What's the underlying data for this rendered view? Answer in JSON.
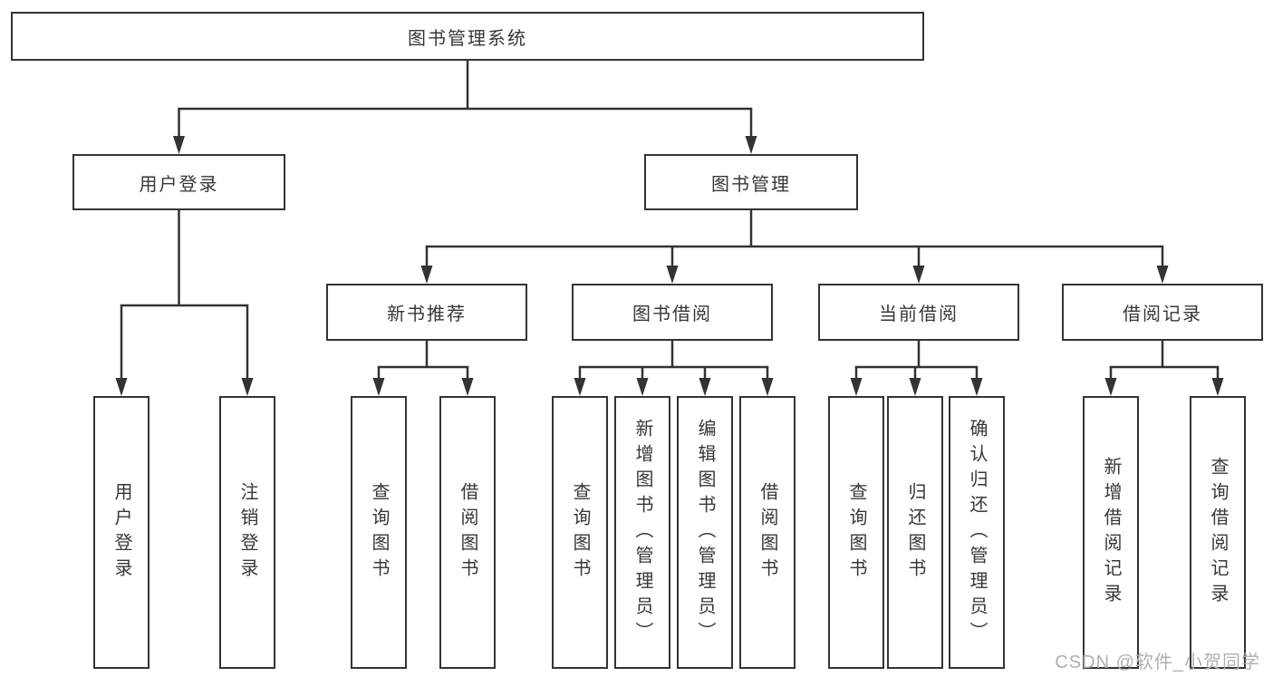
{
  "tree": {
    "label": "图书管理系统",
    "children": [
      {
        "label": "用户登录",
        "children": [
          {
            "label": "用户登录"
          },
          {
            "label": "注销登录"
          }
        ]
      },
      {
        "label": "图书管理",
        "children": [
          {
            "label": "新书推荐",
            "children": [
              {
                "label": "查询图书"
              },
              {
                "label": "借阅图书"
              }
            ]
          },
          {
            "label": "图书借阅",
            "children": [
              {
                "label": "查询图书"
              },
              {
                "label": "新增图书（管理员）"
              },
              {
                "label": "编辑图书（管理员）"
              },
              {
                "label": "借阅图书"
              }
            ]
          },
          {
            "label": "当前借阅",
            "children": [
              {
                "label": "查询图书"
              },
              {
                "label": "归还图书"
              },
              {
                "label": "确认归还（管理员）"
              }
            ]
          },
          {
            "label": "借阅记录",
            "children": [
              {
                "label": "新增借阅记录"
              },
              {
                "label": "查询借阅记录"
              }
            ]
          }
        ]
      }
    ]
  },
  "watermark": "CSDN @软件_小贺同学",
  "colors": {
    "line": "#333333",
    "node_border": "#333333",
    "node_text": "#37373b",
    "background": "#ffffff",
    "watermark": "#b0b0b0"
  }
}
